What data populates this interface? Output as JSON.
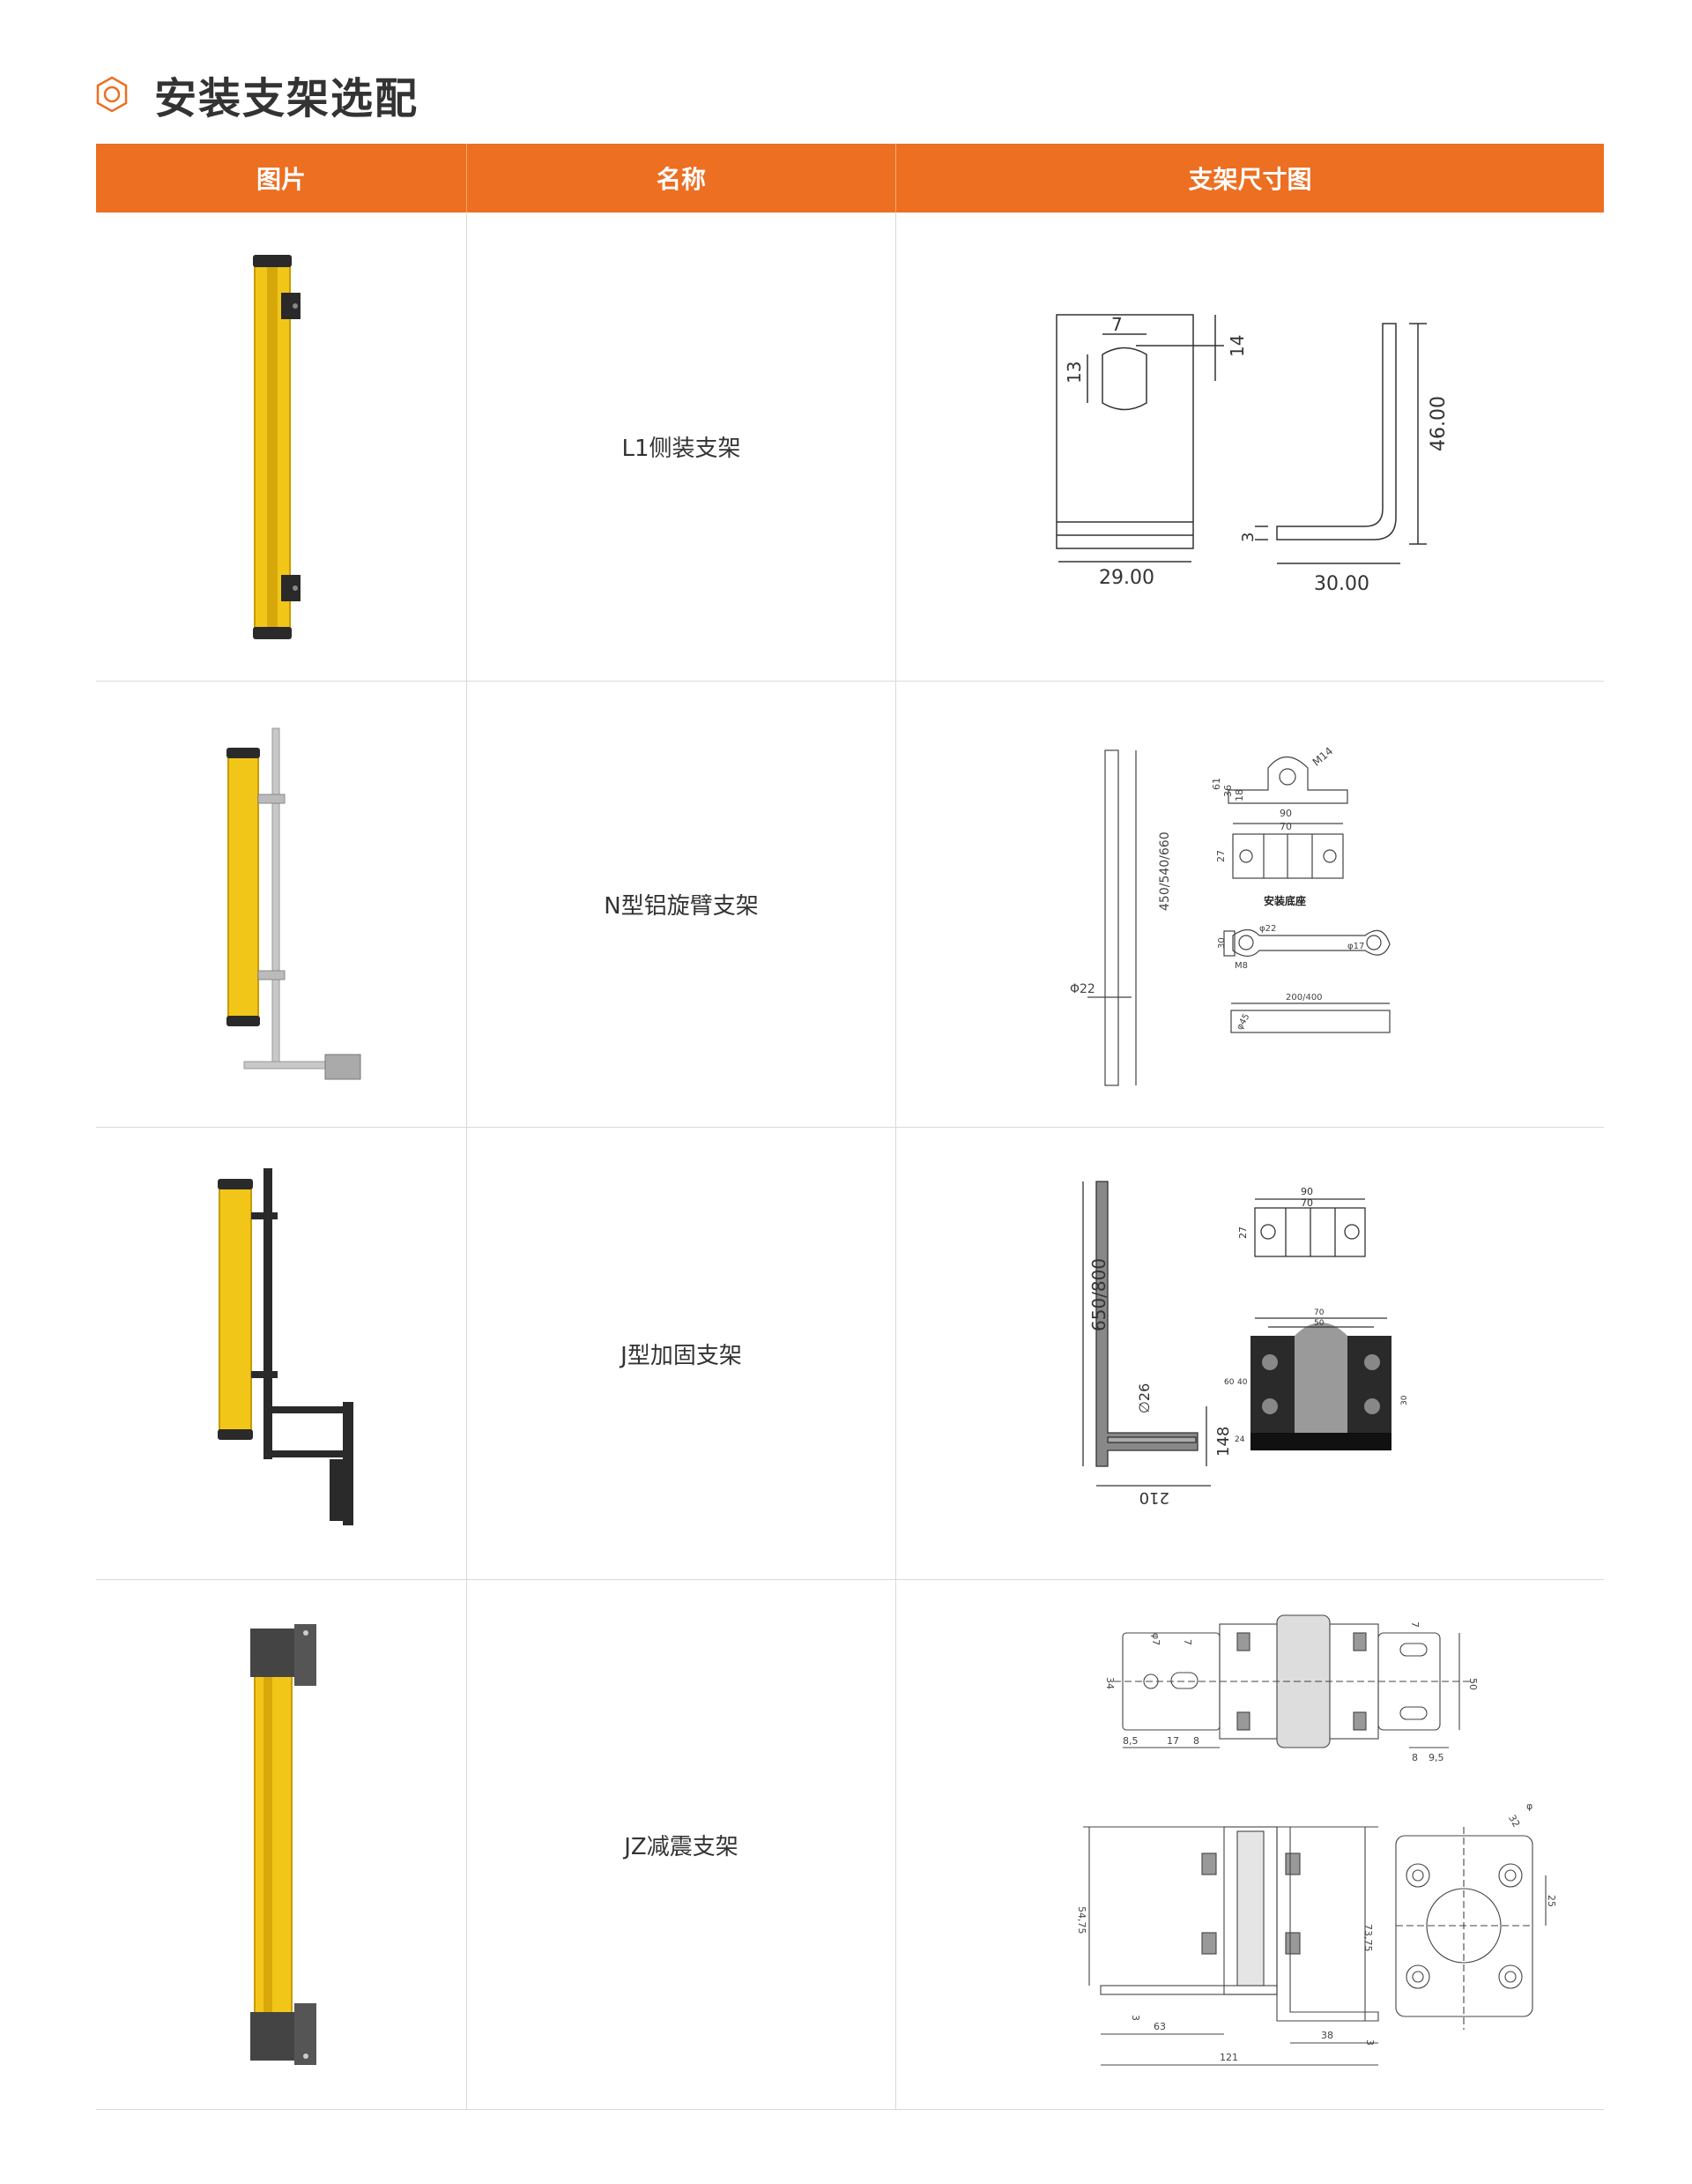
{
  "page": {
    "section_title": "安装支架选配",
    "accent_color": "#ec6f22",
    "icon": "hexagon-ring-icon"
  },
  "table": {
    "headers": {
      "image": "图片",
      "name": "名称",
      "drawing": "支架尺寸图"
    },
    "rows": [
      {
        "name": "L1侧装支架",
        "dims": {
          "d7": "7",
          "d13": "13",
          "d14": "14",
          "d29": "29.00",
          "d46": "46.00",
          "d3": "3",
          "d30": "30.00"
        }
      },
      {
        "name": "N型铝旋臂支架",
        "dims": {
          "len": "450/540/660",
          "dia": "Φ22",
          "m14": "M14",
          "d61": "61",
          "d36": "36",
          "d18": "18",
          "d90": "90",
          "d70": "70",
          "d27": "27",
          "base": "安装底座",
          "d30": "30",
          "phi22": "φ22",
          "phi17": "φ17",
          "m8": "M8",
          "arm": "200/400",
          "phi45": "φ45"
        }
      },
      {
        "name": "J型加固支架",
        "dims": {
          "len": "650/800",
          "dia": "∅26",
          "d148": "148",
          "d210": "210",
          "d90": "90",
          "d70": "70",
          "d27": "27",
          "t70": "70",
          "t50": "50",
          "d60": "60",
          "d40": "40",
          "d24": "24",
          "d30": "30"
        }
      },
      {
        "name": "JZ减震支架",
        "dims": {
          "phi7": "φ7",
          "d7a": "7",
          "d7b": "7",
          "d34": "34",
          "d50": "50",
          "d85": "8,5",
          "d17": "17",
          "d8a": "8",
          "d8b": "8",
          "d95": "9,5",
          "d5475": "54,75",
          "d7375": "73,75",
          "d3a": "3",
          "d3b": "3",
          "d63": "63",
          "d121": "121",
          "d38": "38",
          "d25": "25",
          "d32": "32",
          "phi": "φ"
        }
      }
    ]
  }
}
